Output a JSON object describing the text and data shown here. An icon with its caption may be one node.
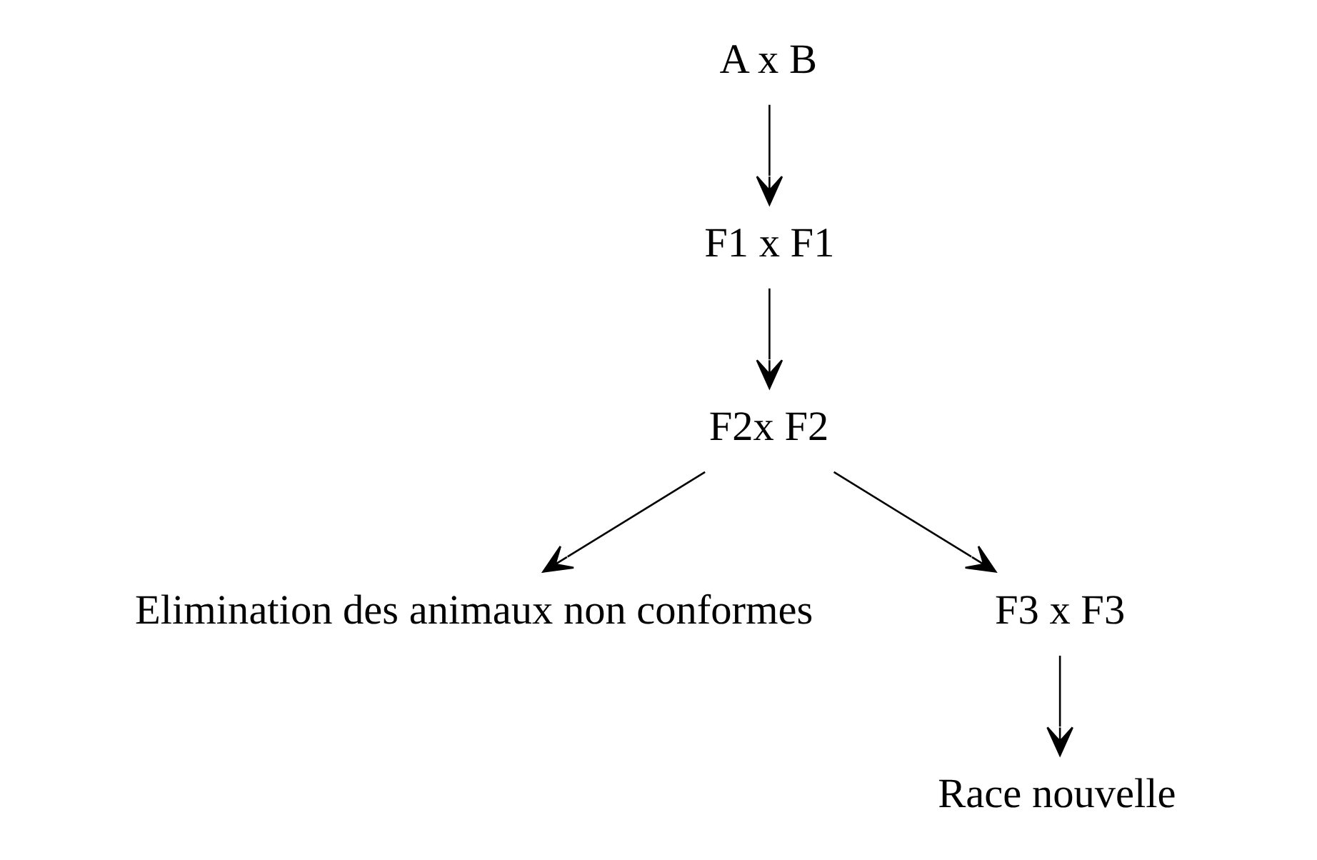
{
  "diagram": {
    "nodes": [
      {
        "text": [
          "A x B"
        ]
      },
      {
        "text": [
          "F1 x F1"
        ]
      },
      {
        "text": [
          "F2x F2"
        ]
      },
      {
        "text": [
          "Elimination des animaux non conformes"
        ]
      },
      {
        "text": [
          "F3 x F3"
        ]
      },
      {
        "text": [
          "Race nouvelle"
        ]
      }
    ],
    "edges": [
      {
        "from": 0,
        "to": 1,
        "arrow": "to"
      },
      {
        "from": 1,
        "to": 2,
        "arrow": "to"
      },
      {
        "from": 2,
        "to": 3,
        "arrow": "to"
      },
      {
        "from": 2,
        "to": 4,
        "arrow": "to"
      },
      {
        "from": 4,
        "to": 5,
        "arrow": "to"
      }
    ]
  }
}
